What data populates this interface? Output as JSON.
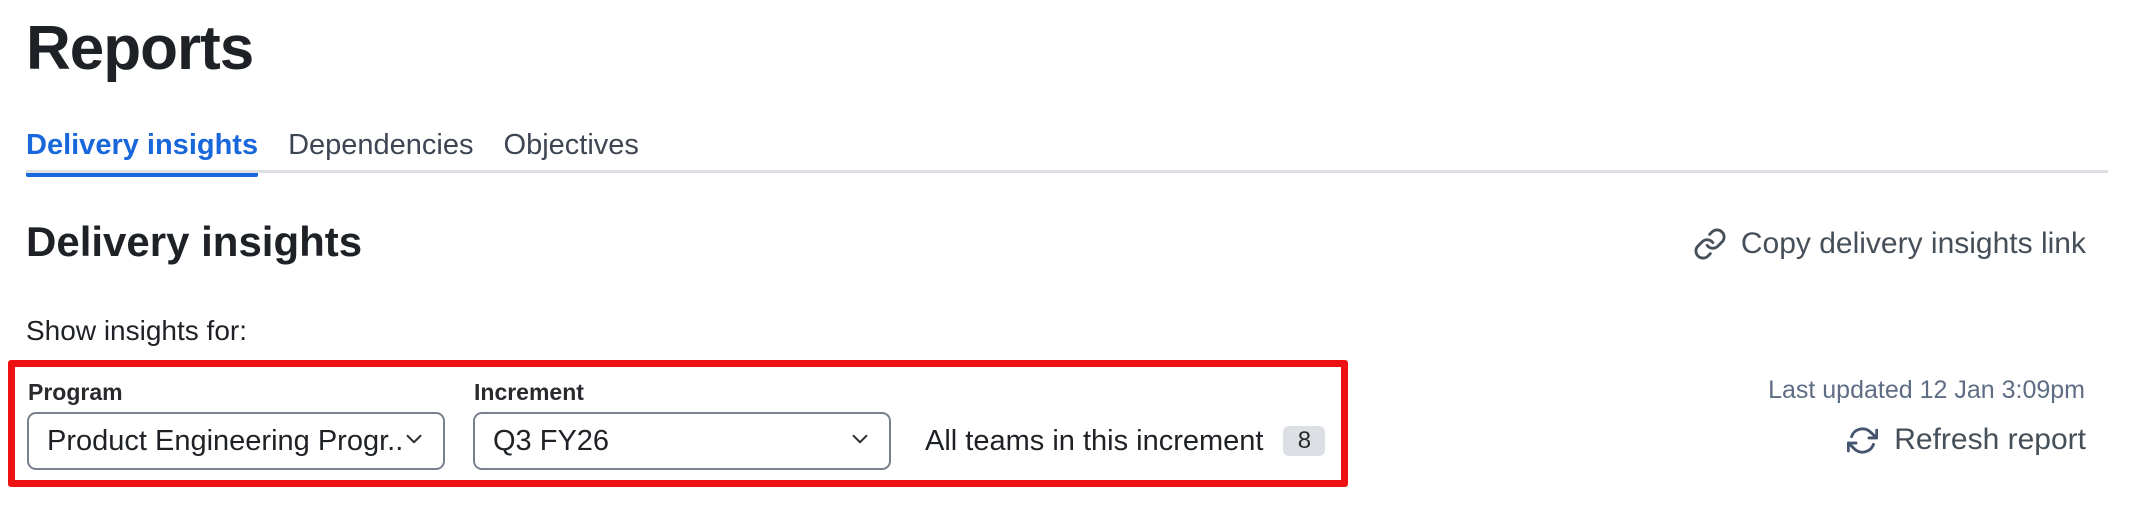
{
  "page": {
    "title": "Reports"
  },
  "tabs": [
    {
      "label": "Delivery insights",
      "active": true
    },
    {
      "label": "Dependencies",
      "active": false
    },
    {
      "label": "Objectives",
      "active": false
    }
  ],
  "section": {
    "title": "Delivery insights",
    "copy_link_label": "Copy delivery insights link"
  },
  "filters": {
    "intro": "Show insights for:",
    "program": {
      "label": "Program",
      "value": "Product Engineering Progr..."
    },
    "increment": {
      "label": "Increment",
      "value": "Q3 FY26"
    },
    "teams_summary": {
      "text": "All teams in this increment",
      "count": "8"
    }
  },
  "status": {
    "last_updated": "Last updated 12 Jan 3:09pm",
    "refresh_label": "Refresh report"
  },
  "icons": {
    "link": "link-icon",
    "refresh": "refresh-icon",
    "chevron": "chevron-down-icon"
  },
  "colors": {
    "accent_blue": "#1868DB",
    "annotation_red": "#EE1111",
    "text_primary": "#1E2125",
    "text_muted": "#5E6C84",
    "text_subtle": "#454F59",
    "badge_bg": "#DCDFE4",
    "divider": "#DCDFE4",
    "select_border": "#79808F"
  }
}
